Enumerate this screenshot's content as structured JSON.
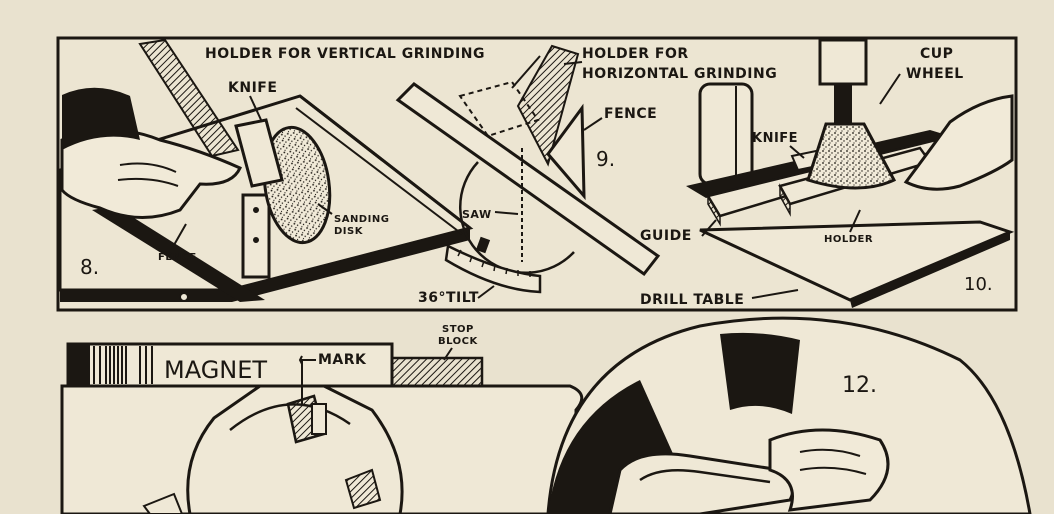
{
  "fig8": {
    "number": "8.",
    "knife": "KNIFE",
    "sanding_disk_line1": "SANDING",
    "sanding_disk_line2": "DISK",
    "fence": "FENCE"
  },
  "fig9": {
    "number": "9.",
    "holder_vertical": "HOLDER FOR VERTICAL GRINDING",
    "holder_horizontal_line1": "HOLDER FOR",
    "holder_horizontal_line2": "HORIZONTAL GRINDING",
    "fence": "FENCE",
    "saw": "SAW",
    "tilt": "36°TILT"
  },
  "fig10": {
    "number": "10.",
    "cup_wheel_line1": "CUP",
    "cup_wheel_line2": "WHEEL",
    "knife": "KNIFE",
    "guide": "GUIDE",
    "holder": "HOLDER",
    "drill_table": "DRILL TABLE"
  },
  "fig11": {
    "magnet": "MAGNET",
    "mark": "MARK",
    "stop_block_line1": "STOP",
    "stop_block_line2": "BLOCK"
  },
  "fig12": {
    "number": "12."
  },
  "colors": {
    "paper": "#e9e2cf",
    "ink": "#1b1712"
  }
}
